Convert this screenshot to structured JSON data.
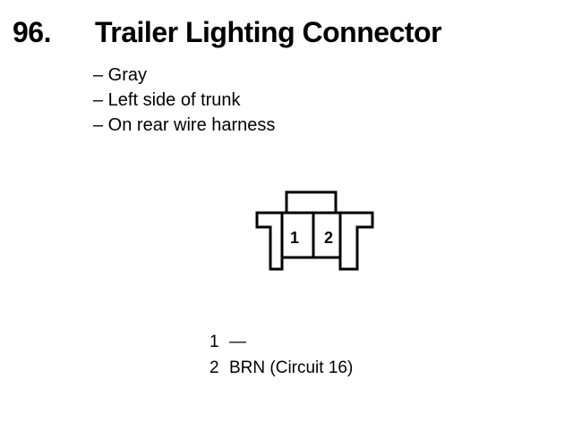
{
  "heading": {
    "number": "96.",
    "title": "Trailer Lighting Connector"
  },
  "details": [
    "– Gray",
    "– Left side of trunk",
    "– On rear wire harness"
  ],
  "connector": {
    "cavities": [
      "1",
      "2"
    ]
  },
  "pinout": [
    {
      "pin": "1",
      "desc": "—"
    },
    {
      "pin": "2",
      "desc": "BRN (Circuit 16)"
    }
  ]
}
